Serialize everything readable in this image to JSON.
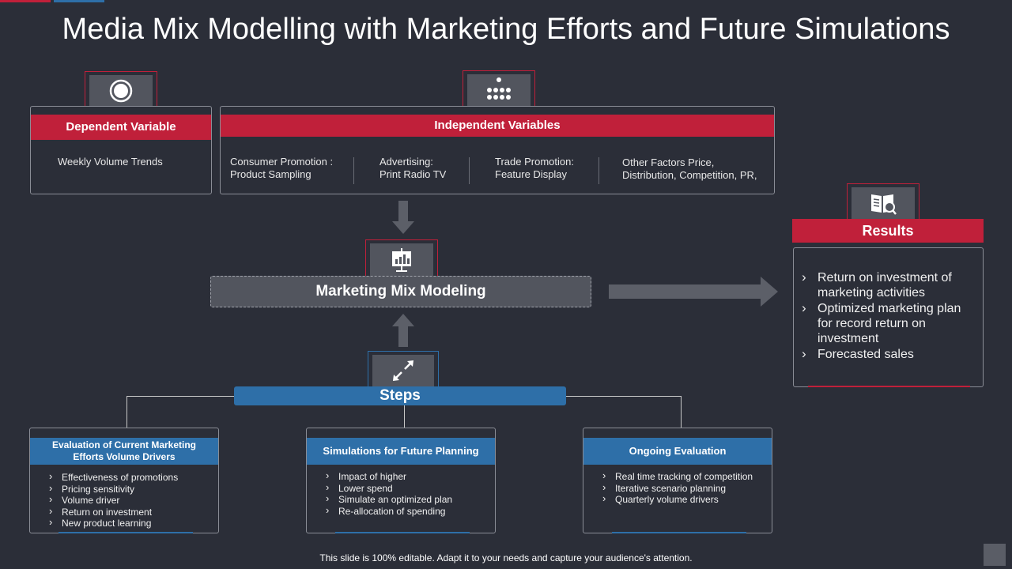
{
  "title": "Media Mix Modelling with Marketing Efforts and Future Simulations",
  "dependent": {
    "header": "Dependent Variable",
    "text": "Weekly Volume Trends",
    "icon": "target-icon"
  },
  "independent": {
    "header": "Independent Variables",
    "icon": "dots-grid-icon",
    "items": [
      {
        "line1": "Consumer Promotion :",
        "line2": "Product Sampling"
      },
      {
        "line1": "Advertising:",
        "line2": "Print Radio TV"
      },
      {
        "line1": "Trade Promotion:",
        "line2": "Feature Display"
      },
      {
        "line1": "Other Factors Price,",
        "line2": "Distribution, Competition, PR,"
      }
    ]
  },
  "center": {
    "label": "Marketing Mix Modeling",
    "icon": "presentation-chart-icon"
  },
  "results": {
    "header": "Results",
    "icon": "book-search-icon",
    "items": [
      "Return on investment of marketing activities",
      "Optimized marketing plan for record return on investment",
      "Forecasted sales"
    ]
  },
  "steps": {
    "label": "Steps",
    "icon": "expand-arrows-icon",
    "cards": [
      {
        "header_line1": "Evaluation of Current Marketing",
        "header_line2": "Efforts Volume Drivers",
        "items": [
          "Effectiveness of promotions",
          "Pricing sensitivity",
          "Volume driver",
          "Return on investment",
          "New product learning"
        ]
      },
      {
        "header_line1": "Simulations for Future Planning",
        "header_line2": "",
        "items": [
          "Impact of higher",
          "Lower spend",
          "Simulate an optimized plan",
          "Re-allocation of spending"
        ]
      },
      {
        "header_line1": "Ongoing Evaluation",
        "header_line2": "",
        "items": [
          "Real time tracking of competition",
          "Iterative scenario planning",
          "Quarterly volume drivers"
        ]
      }
    ]
  },
  "footer": "This slide is 100% editable. Adapt it to your needs and capture your audience's attention.",
  "colors": {
    "background": "#2b2e38",
    "accent_red": "#c0203a",
    "accent_blue": "#2e6fa8",
    "panel_gray": "#52555e"
  }
}
